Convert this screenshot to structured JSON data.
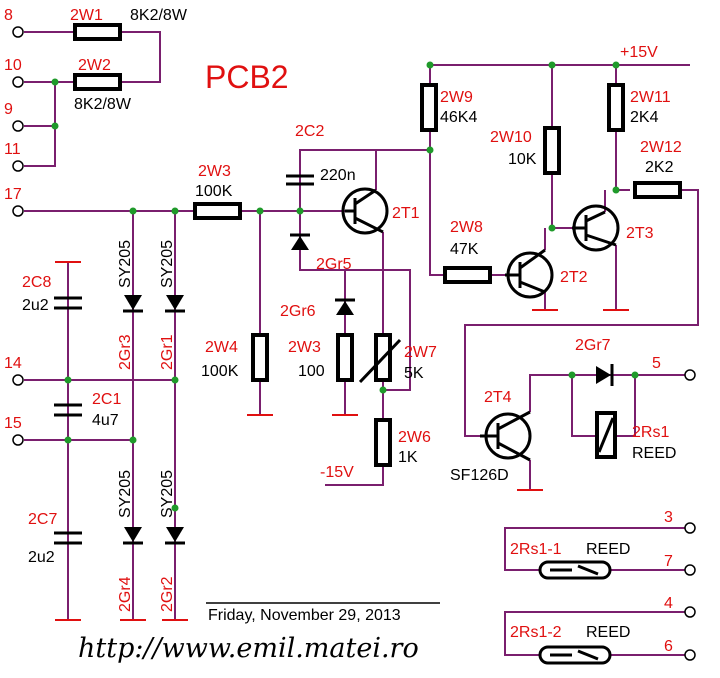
{
  "title": "PCB2",
  "date": "Friday, November 29, 2013",
  "url": "http://www.emil.matei.ro",
  "supply_pos": "+15V",
  "supply_neg": "-15V",
  "terminals": [
    "8",
    "10",
    "9",
    "11",
    "17",
    "14",
    "15",
    "5",
    "3",
    "7",
    "4",
    "6"
  ],
  "components": {
    "w1_ref": "2W1",
    "w1_val": "8K2/8W",
    "w2_ref": "2W2",
    "w2_val": "8K2/8W",
    "w3a_ref": "2W3",
    "w3a_val": "100K",
    "w3b_ref": "2W3",
    "w3b_val": "100",
    "w4_ref": "2W4",
    "w4_val": "100K",
    "w6_ref": "2W6",
    "w6_val": "1K",
    "w7_ref": "2W7",
    "w7_val": "5K",
    "w8_ref": "2W8",
    "w8_val": "47K",
    "w9_ref": "2W9",
    "w9_val": "46K4",
    "w10_ref": "2W10",
    "w10_val": "10K",
    "w11_ref": "2W11",
    "w11_val": "2K4",
    "w12_ref": "2W12",
    "w12_val": "2K2",
    "c2_ref": "2C2",
    "c2_val": "220n",
    "c8_ref": "2C8",
    "c8_val": "2u2",
    "c1_ref": "2C1",
    "c1_val": "4u7",
    "c7_ref": "2C7",
    "c7_val": "2u2",
    "t1": "2T1",
    "t2": "2T2",
    "t3": "2T3",
    "t4": "2T4",
    "t4_type": "SF126D",
    "gr1": "2Gr1",
    "gr2": "2Gr2",
    "gr3": "2Gr3",
    "gr4": "2Gr4",
    "gr5": "2Gr5",
    "gr6": "2Gr6",
    "gr7": "2Gr7",
    "diode_type": "SY205",
    "rs1_ref": "2Rs1",
    "rs1_val": "REED",
    "rs11_ref": "2Rs1-1",
    "rs11_val": "REED",
    "rs12_ref": "2Rs1-2",
    "rs12_val": "REED"
  },
  "colors": {
    "wire": "#7a1f6e",
    "label": "#e01010",
    "node": "#1f9a2a",
    "body": "#000000"
  }
}
